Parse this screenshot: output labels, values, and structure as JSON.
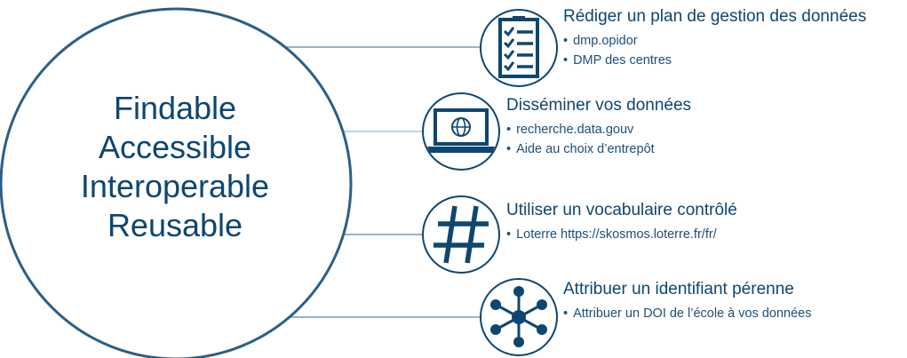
{
  "center": {
    "lines": [
      "Findable",
      "Accessible",
      "Interoperable",
      "Reusable"
    ]
  },
  "items": [
    {
      "title": "Rédiger un plan de gestion des données",
      "bullets": [
        "dmp.opidor",
        "DMP des centres"
      ],
      "icon": "checklist-icon"
    },
    {
      "title": "Disséminer vos données",
      "bullets": [
        "recherche.data.gouv",
        "Aide au choix d’entrepôt"
      ],
      "icon": "laptop-globe-icon"
    },
    {
      "title": "Utiliser un vocabulaire contrôlé",
      "bullets": [
        "Loterre https://skosmos.loterre.fr/fr/"
      ],
      "icon": "hashtag-icon"
    },
    {
      "title": "Attribuer un identifiant pérenne",
      "bullets": [
        "Attribuer un DOI de l’école à vos données"
      ],
      "icon": "network-icon"
    }
  ],
  "colors": {
    "primary": "#0e4670",
    "line": "#2b5f86"
  }
}
